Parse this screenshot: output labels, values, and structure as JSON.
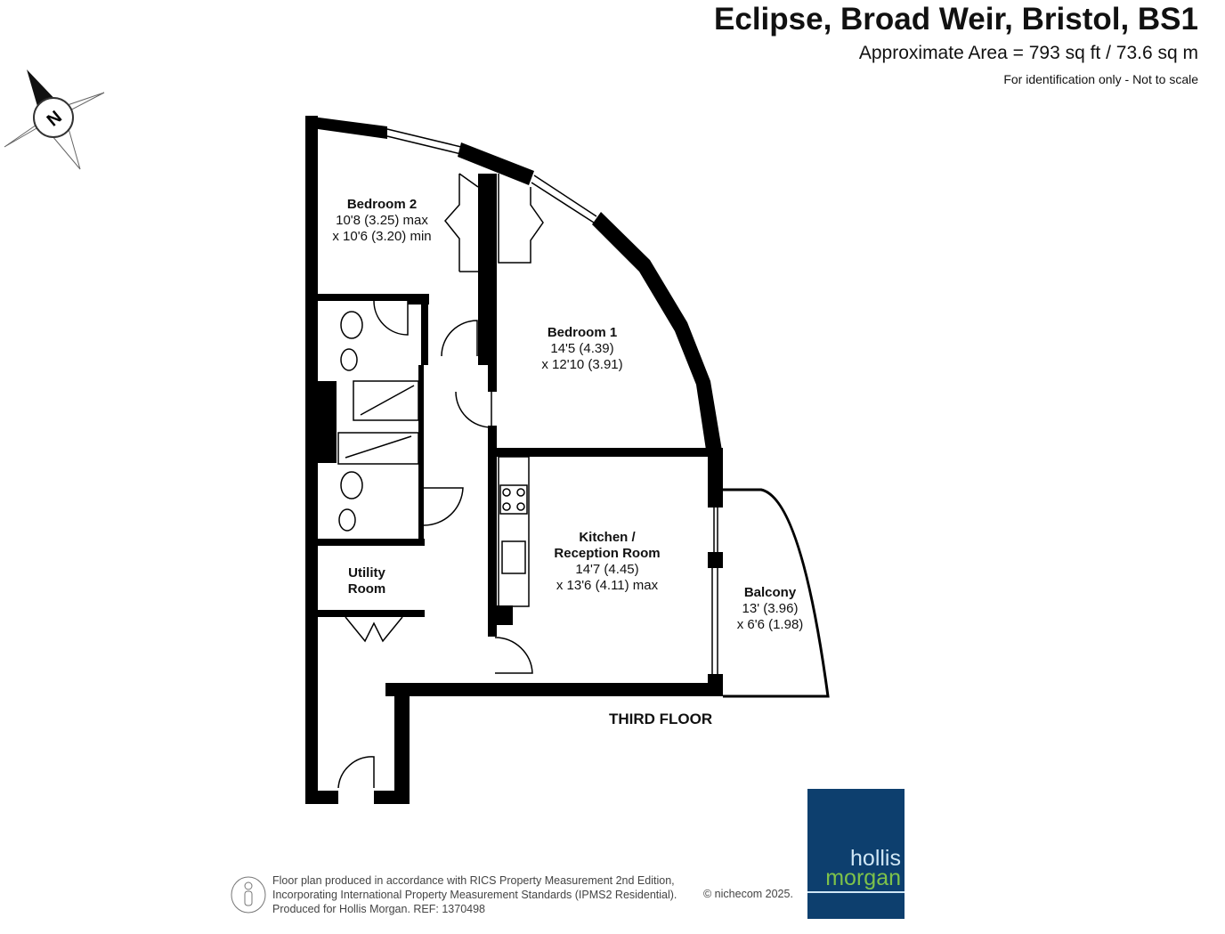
{
  "header": {
    "title": "Eclipse, Broad Weir, Bristol, BS1",
    "area": "Approximate Area = 793 sq ft / 73.6 sq m",
    "note": "For identification only - Not to scale"
  },
  "compass": {
    "label": "N"
  },
  "rooms": [
    {
      "name": "Bedroom 2",
      "l1": "10'8 (3.25) max",
      "l2": "x 10'6 (3.20) min"
    },
    {
      "name": "Bedroom 1",
      "l1": "14'5 (4.39)",
      "l2": "x 12'10 (3.91)"
    },
    {
      "name": "Kitchen /",
      "name2": "Reception Room",
      "l1": "14'7 (4.45)",
      "l2": "x 13'6 (4.11) max"
    },
    {
      "name": "Balcony",
      "l1": "13' (3.96)",
      "l2": "x 6'6 (1.98)"
    },
    {
      "name": "Utility",
      "name2": "Room"
    }
  ],
  "floor_label": "THIRD FLOOR",
  "footer": {
    "line1": "Floor plan produced in accordance with RICS Property Measurement 2nd Edition,",
    "line2": "Incorporating International Property Measurement Standards (IPMS2 Residential).",
    "line3": "Produced for Hollis Morgan.    REF:  1370498",
    "copyright": "© nichecom 2025."
  },
  "logo": {
    "line1": "hollis",
    "line2": "morgan"
  }
}
